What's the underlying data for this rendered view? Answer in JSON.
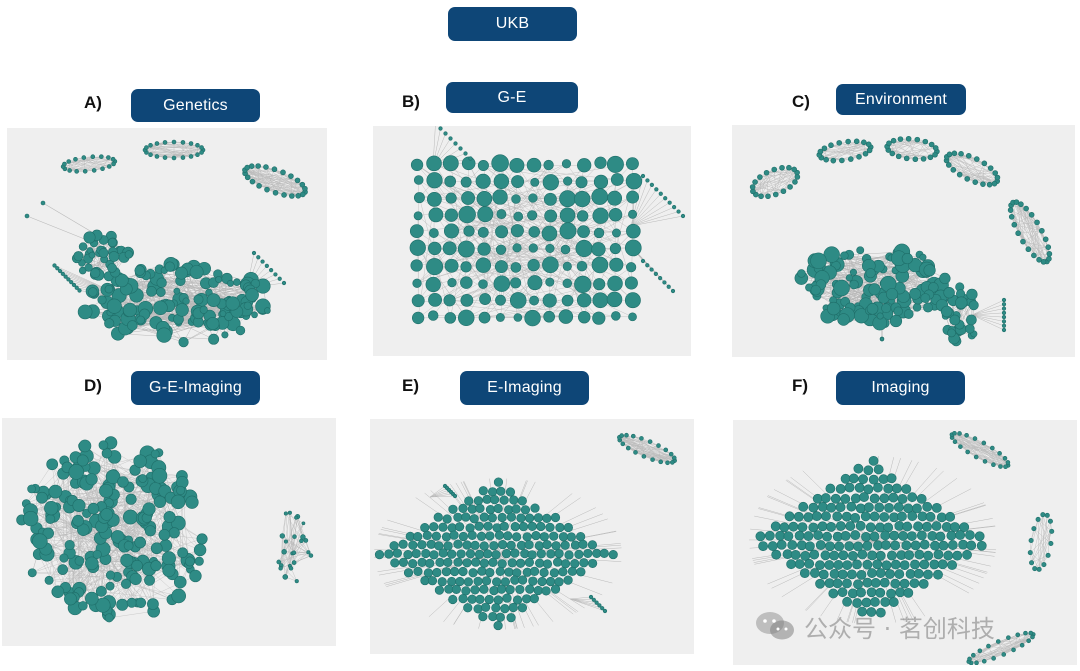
{
  "title": "UKB",
  "panels": [
    {
      "letter": "A)",
      "label": "Genetics"
    },
    {
      "letter": "B)",
      "label": "G-E"
    },
    {
      "letter": "C)",
      "label": "Environment"
    },
    {
      "letter": "D)",
      "label": "G-E-Imaging"
    },
    {
      "letter": "E)",
      "label": "E-Imaging"
    },
    {
      "letter": "F)",
      "label": "Imaging"
    }
  ],
  "watermark": {
    "text": "公众号 · 茗创科技",
    "icon": "wechat-icon"
  },
  "colors": {
    "node": "#2e8b85",
    "node_dark": "#1f6e69",
    "edge": "#b9b9b9",
    "panel_bg": "#efefef",
    "label_bg": "#0e4677"
  }
}
